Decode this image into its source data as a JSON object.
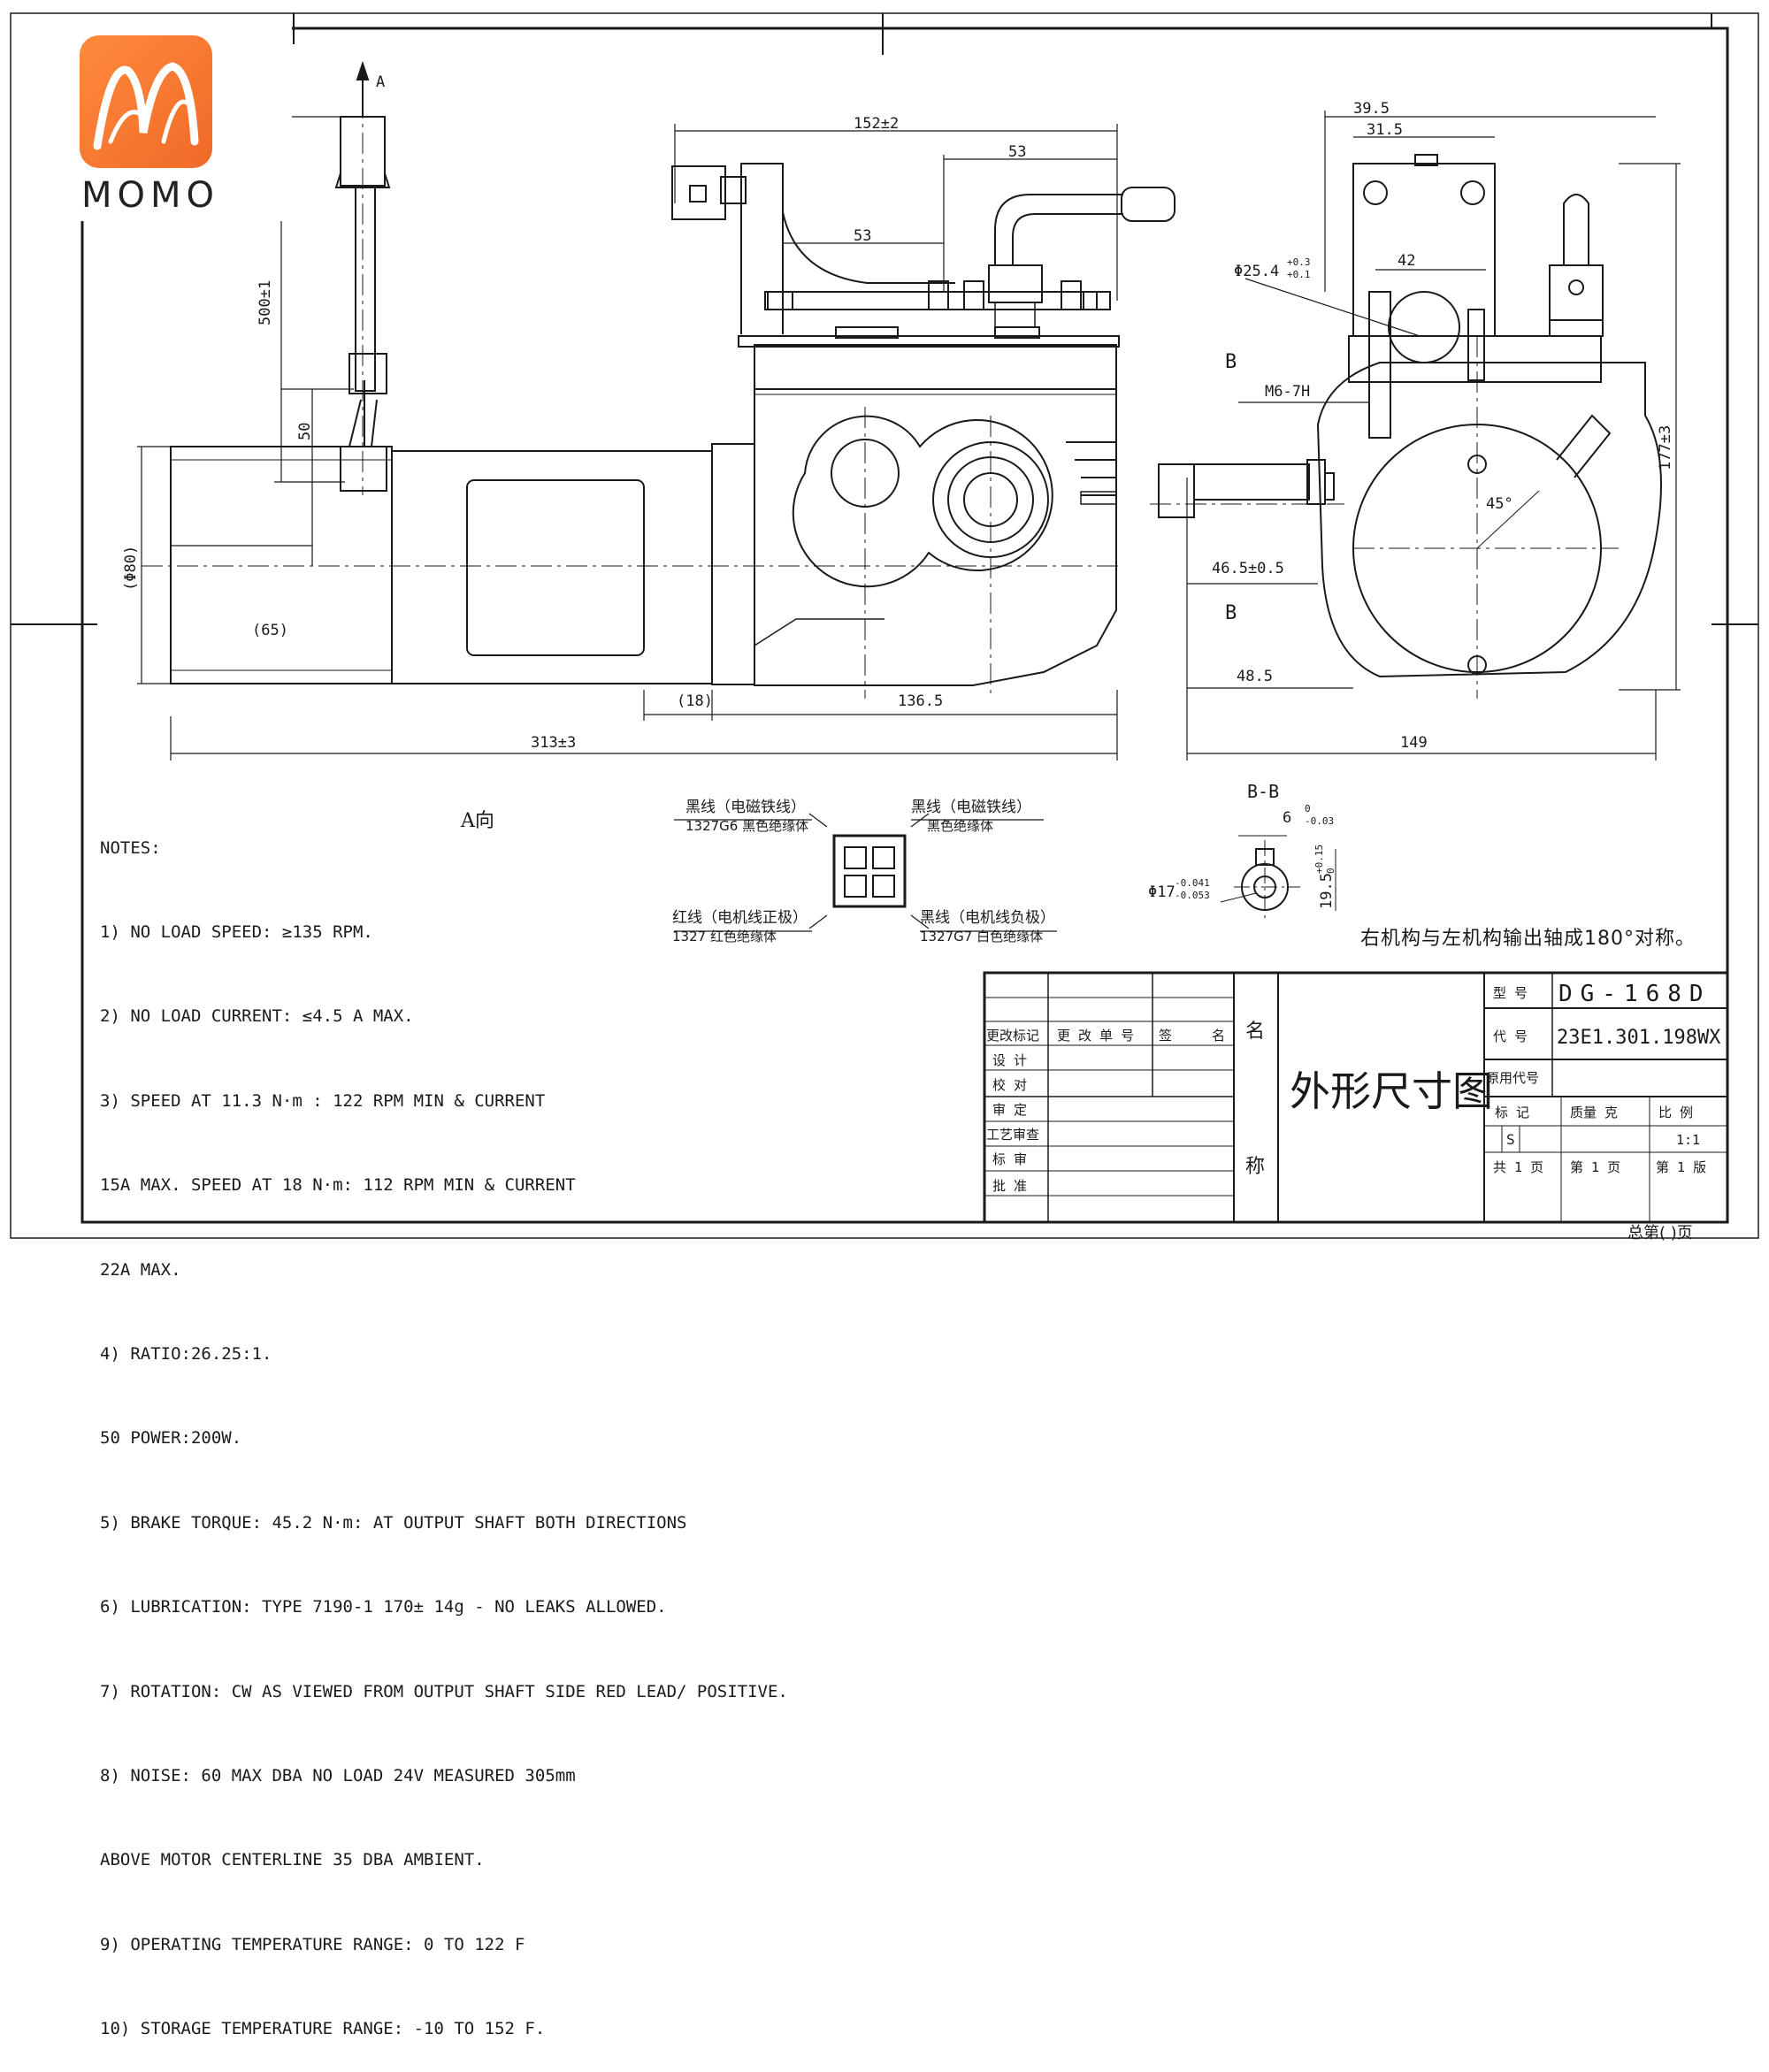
{
  "logo": {
    "brand_text": "MOMO",
    "colors": {
      "accent": "#f07a32"
    }
  },
  "drawing": {
    "view_arrow": "A",
    "section_marks": [
      "B",
      "B"
    ],
    "section_label": "B-B",
    "dims": {
      "width_152": "152±2",
      "dim_53_top": "53",
      "dim_53_mid": "53",
      "dim_500": "500±1",
      "dim_50": "50",
      "dim_65": "(65)",
      "dim_80": "(Φ80)",
      "dim_18": "(18)",
      "dim_1365": "136.5",
      "dim_313": "313±3",
      "dim_395": "39.5",
      "dim_315": "31.5",
      "dim_42": "42",
      "dim_254": "Φ25.4",
      "dim_254_tol_up": "+0.3",
      "dim_254_tol_dn": "+0.1",
      "dim_m6": "M6-7H",
      "dim_177": "177±3",
      "angle_45": "45°",
      "dim_465": "46.5±0.5",
      "dim_485": "48.5",
      "dim_149": "149",
      "dim_6": "6",
      "dim_6_tol_up": "0",
      "dim_6_tol_dn": "-0.03",
      "dim_17": "Φ17",
      "dim_17_tol_up": "-0.041",
      "dim_17_tol_dn": "-0.053",
      "dim_195": "19.5",
      "dim_195_tol_up": "+0.15",
      "dim_195_tol_dn": "0"
    }
  },
  "notes": {
    "title": "NOTES:",
    "lines": [
      "1) NO LOAD SPEED: ≥135 RPM.",
      "2) NO LOAD CURRENT: ≤4.5 A MAX.",
      "3) SPEED AT 11.3 N·m : 122 RPM MIN & CURRENT",
      "15A MAX. SPEED AT 18 N·m: 112 RPM MIN & CURRENT",
      "22A MAX.",
      "4) RATIO:26.25:1.",
      "50 POWER:200W.",
      "5) BRAKE TORQUE: 45.2 N·m: AT OUTPUT SHAFT BOTH DIRECTIONS",
      "6) LUBRICATION: TYPE 7190-1 170± 14g - NO LEAKS ALLOWED.",
      "7) ROTATION: CW AS VIEWED FROM OUTPUT SHAFT SIDE RED LEAD/ POSITIVE.",
      "8) NOISE: 60 MAX DBA NO LOAD 24V MEASURED 305mm",
      "ABOVE MOTOR CENTERLINE 35 DBA AMBIENT.",
      "9) OPERATING TEMPERATURE RANGE: 0 TO 122 F",
      "10) STORAGE TEMPERATURE RANGE: -10 TO 152 F."
    ],
    "view_a_label": "A向"
  },
  "connector": {
    "top_left": {
      "main": "黑线（电磁铁线）",
      "sub": "1327G6 黑色绝缘体"
    },
    "top_right": {
      "main": "黑线（电磁铁线）",
      "sub": "黑色绝缘体"
    },
    "bottom_left": {
      "main": "红线（电机线正极）",
      "sub": "1327 红色绝缘体"
    },
    "bottom_right": {
      "main": "黑线（电机线负极）",
      "sub": "1327G7 白色绝缘体"
    }
  },
  "symmetry_note": "右机构与左机构输出轴成180°对称。",
  "title_block": {
    "revision_headers": [
      "更改标记",
      "更 改 单 号",
      "签",
      "名"
    ],
    "roles": [
      "设 计",
      "校 对",
      "审 定",
      "工艺审查",
      "标 审",
      "批 准"
    ],
    "name_label_top": "名",
    "name_label_bottom": "称",
    "drawing_title": "外形尺寸图",
    "model_label": "型 号",
    "model_value": "DG-168D",
    "code_label": "代 号",
    "code_value": "23E1.301.198WX",
    "orig_code_label": "原用代号",
    "mark_label": "标 记",
    "mass_label": "质量 克",
    "scale_label": "比 例",
    "mark_value": "S",
    "scale_value": "1:1",
    "total_pages": "共 1 页",
    "page": "第 1 页",
    "edition": "第 1 版"
  },
  "footer": "总第(    )页"
}
